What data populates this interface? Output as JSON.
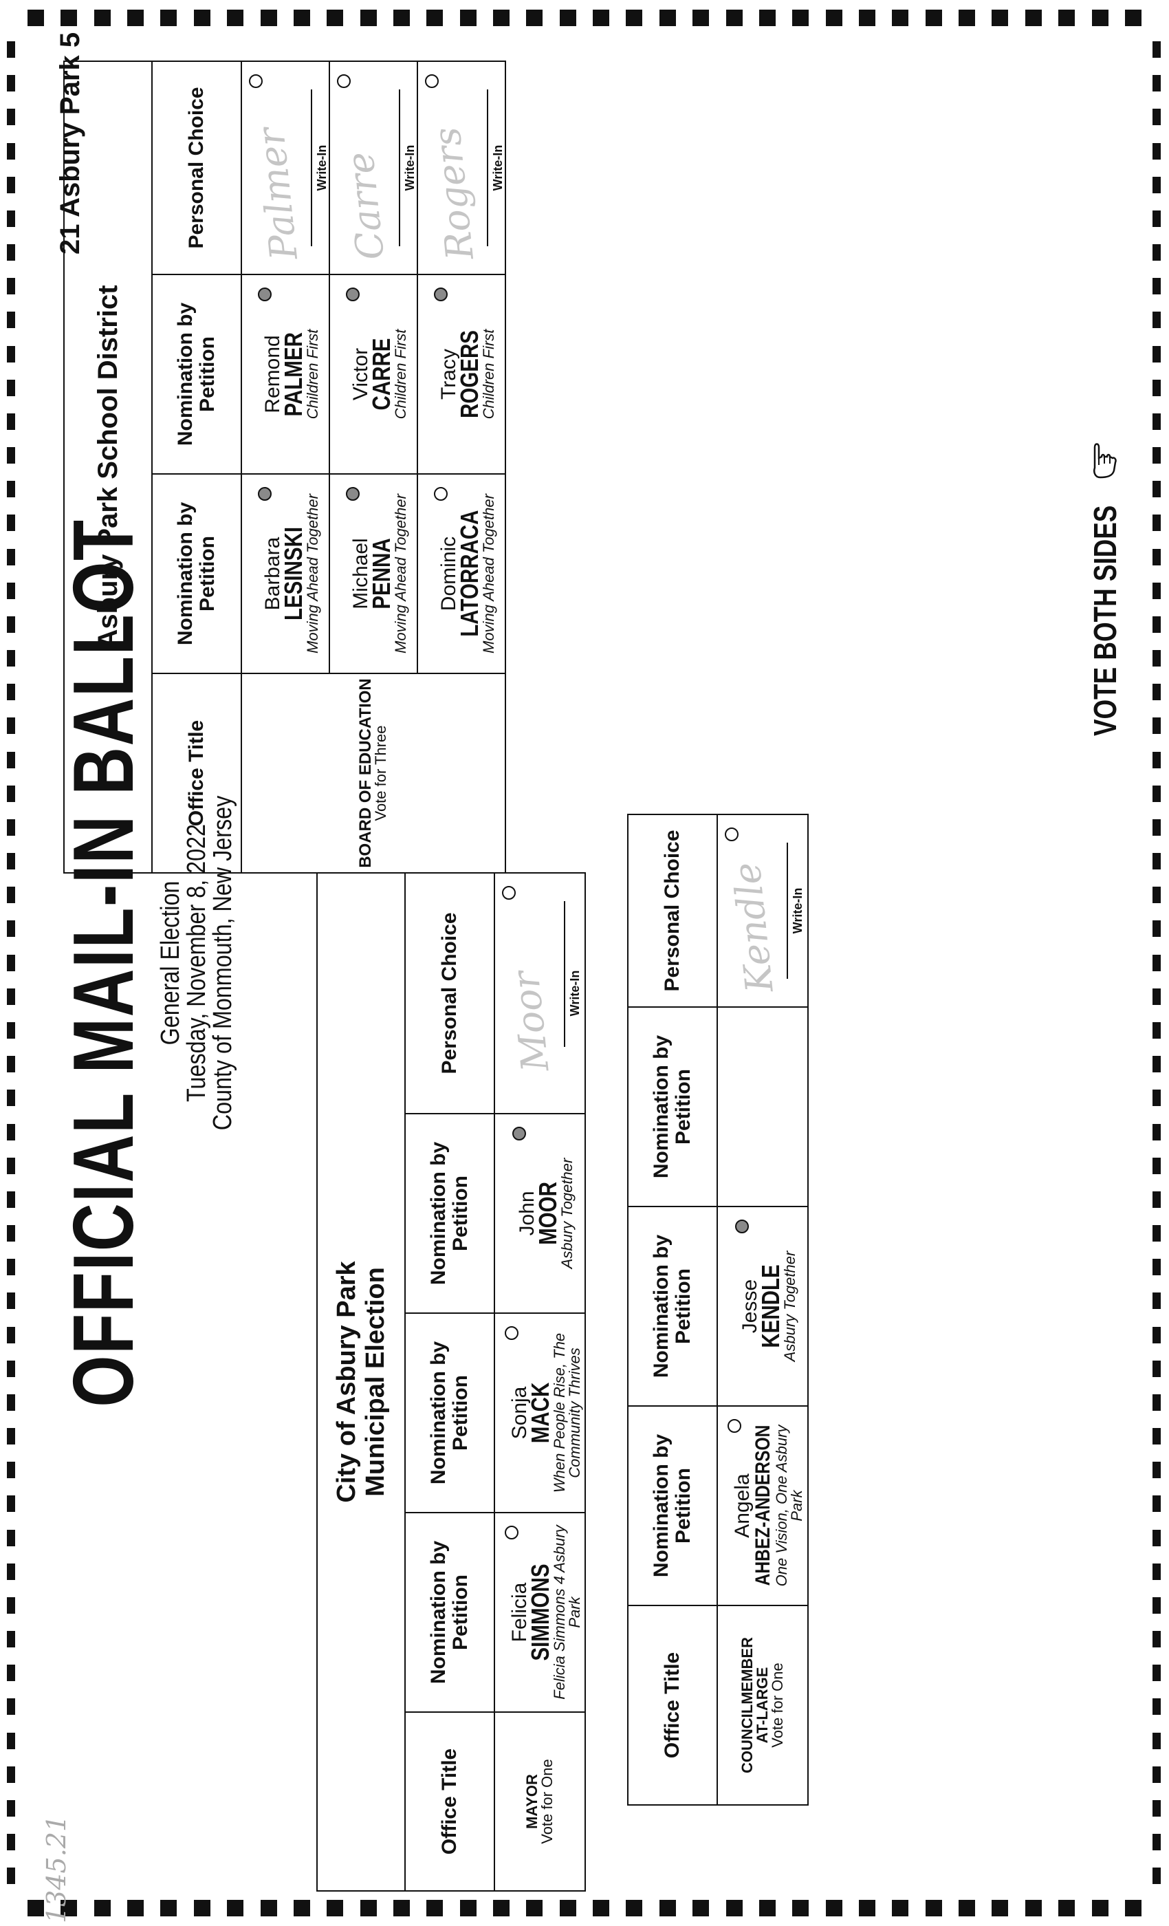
{
  "header": {
    "title": "OFFICIAL MAIL-IN BALLOT",
    "election": "General Election",
    "date": "Tuesday, November 8, 2022",
    "county": "County of Monmouth, New Jersey",
    "precinct": "21 Asbury Park 5"
  },
  "footer": {
    "vote_both_sides": "VOTE BOTH SIDES"
  },
  "handwritten_note": "1345.21",
  "columns": {
    "office_title": "Office Title",
    "nomination": "Nomination by Petition",
    "personal_choice": "Personal Choice",
    "write_in": "Write-In"
  },
  "municipal": {
    "heading_line1": "City of Asbury Park",
    "heading_line2": "Municipal Election",
    "mayor": {
      "office": "MAYOR",
      "vote_for": "Vote for One",
      "candidates": [
        {
          "first": "Felicia",
          "last": "SIMMONS",
          "slogan": "Felicia Simmons 4 Asbury Park",
          "marked": false
        },
        {
          "first": "Sonja",
          "last": "MACK",
          "slogan": "When People Rise, The Community Thrives",
          "marked": false
        },
        {
          "first": "John",
          "last": "MOOR",
          "slogan": "Asbury Together",
          "marked": true
        }
      ],
      "write_in": {
        "handwritten": "Moor",
        "marked": false
      }
    },
    "council": {
      "office_line1": "COUNCILMEMBER",
      "office_line2": "AT-LARGE",
      "vote_for": "Vote for One",
      "candidates": [
        {
          "first": "Angela",
          "last": "AHBEZ-ANDERSON",
          "slogan": "One Vision, One Asbury Park",
          "marked": false
        },
        {
          "first": "Jesse",
          "last": "KENDLE",
          "slogan": "Asbury Together",
          "marked": true
        }
      ],
      "write_in": {
        "handwritten": "Kendle",
        "marked": false
      }
    }
  },
  "school": {
    "heading": "Asbury Park School District",
    "office_line1": "BOARD OF EDUCATION",
    "vote_for": "Vote for Three",
    "rows": [
      [
        {
          "first": "Barbara",
          "last": "LESINSKI",
          "slogan": "Moving Ahead Together",
          "marked": true
        },
        {
          "first": "Remond",
          "last": "PALMER",
          "slogan": "Children First",
          "marked": true
        },
        {
          "handwritten": "Palmer",
          "marked": false
        }
      ],
      [
        {
          "first": "Michael",
          "last": "PENNA",
          "slogan": "Moving Ahead Together",
          "marked": true
        },
        {
          "first": "Victor",
          "last": "CARRE",
          "slogan": "Children First",
          "marked": true
        },
        {
          "handwritten": "Carre",
          "marked": false
        }
      ],
      [
        {
          "first": "Dominic",
          "last": "LATORRACA",
          "slogan": "Moving Ahead Together",
          "marked": false
        },
        {
          "first": "Tracy",
          "last": "ROGERS",
          "slogan": "Children First",
          "marked": true
        },
        {
          "handwritten": "Rogers",
          "marked": false
        }
      ]
    ]
  }
}
